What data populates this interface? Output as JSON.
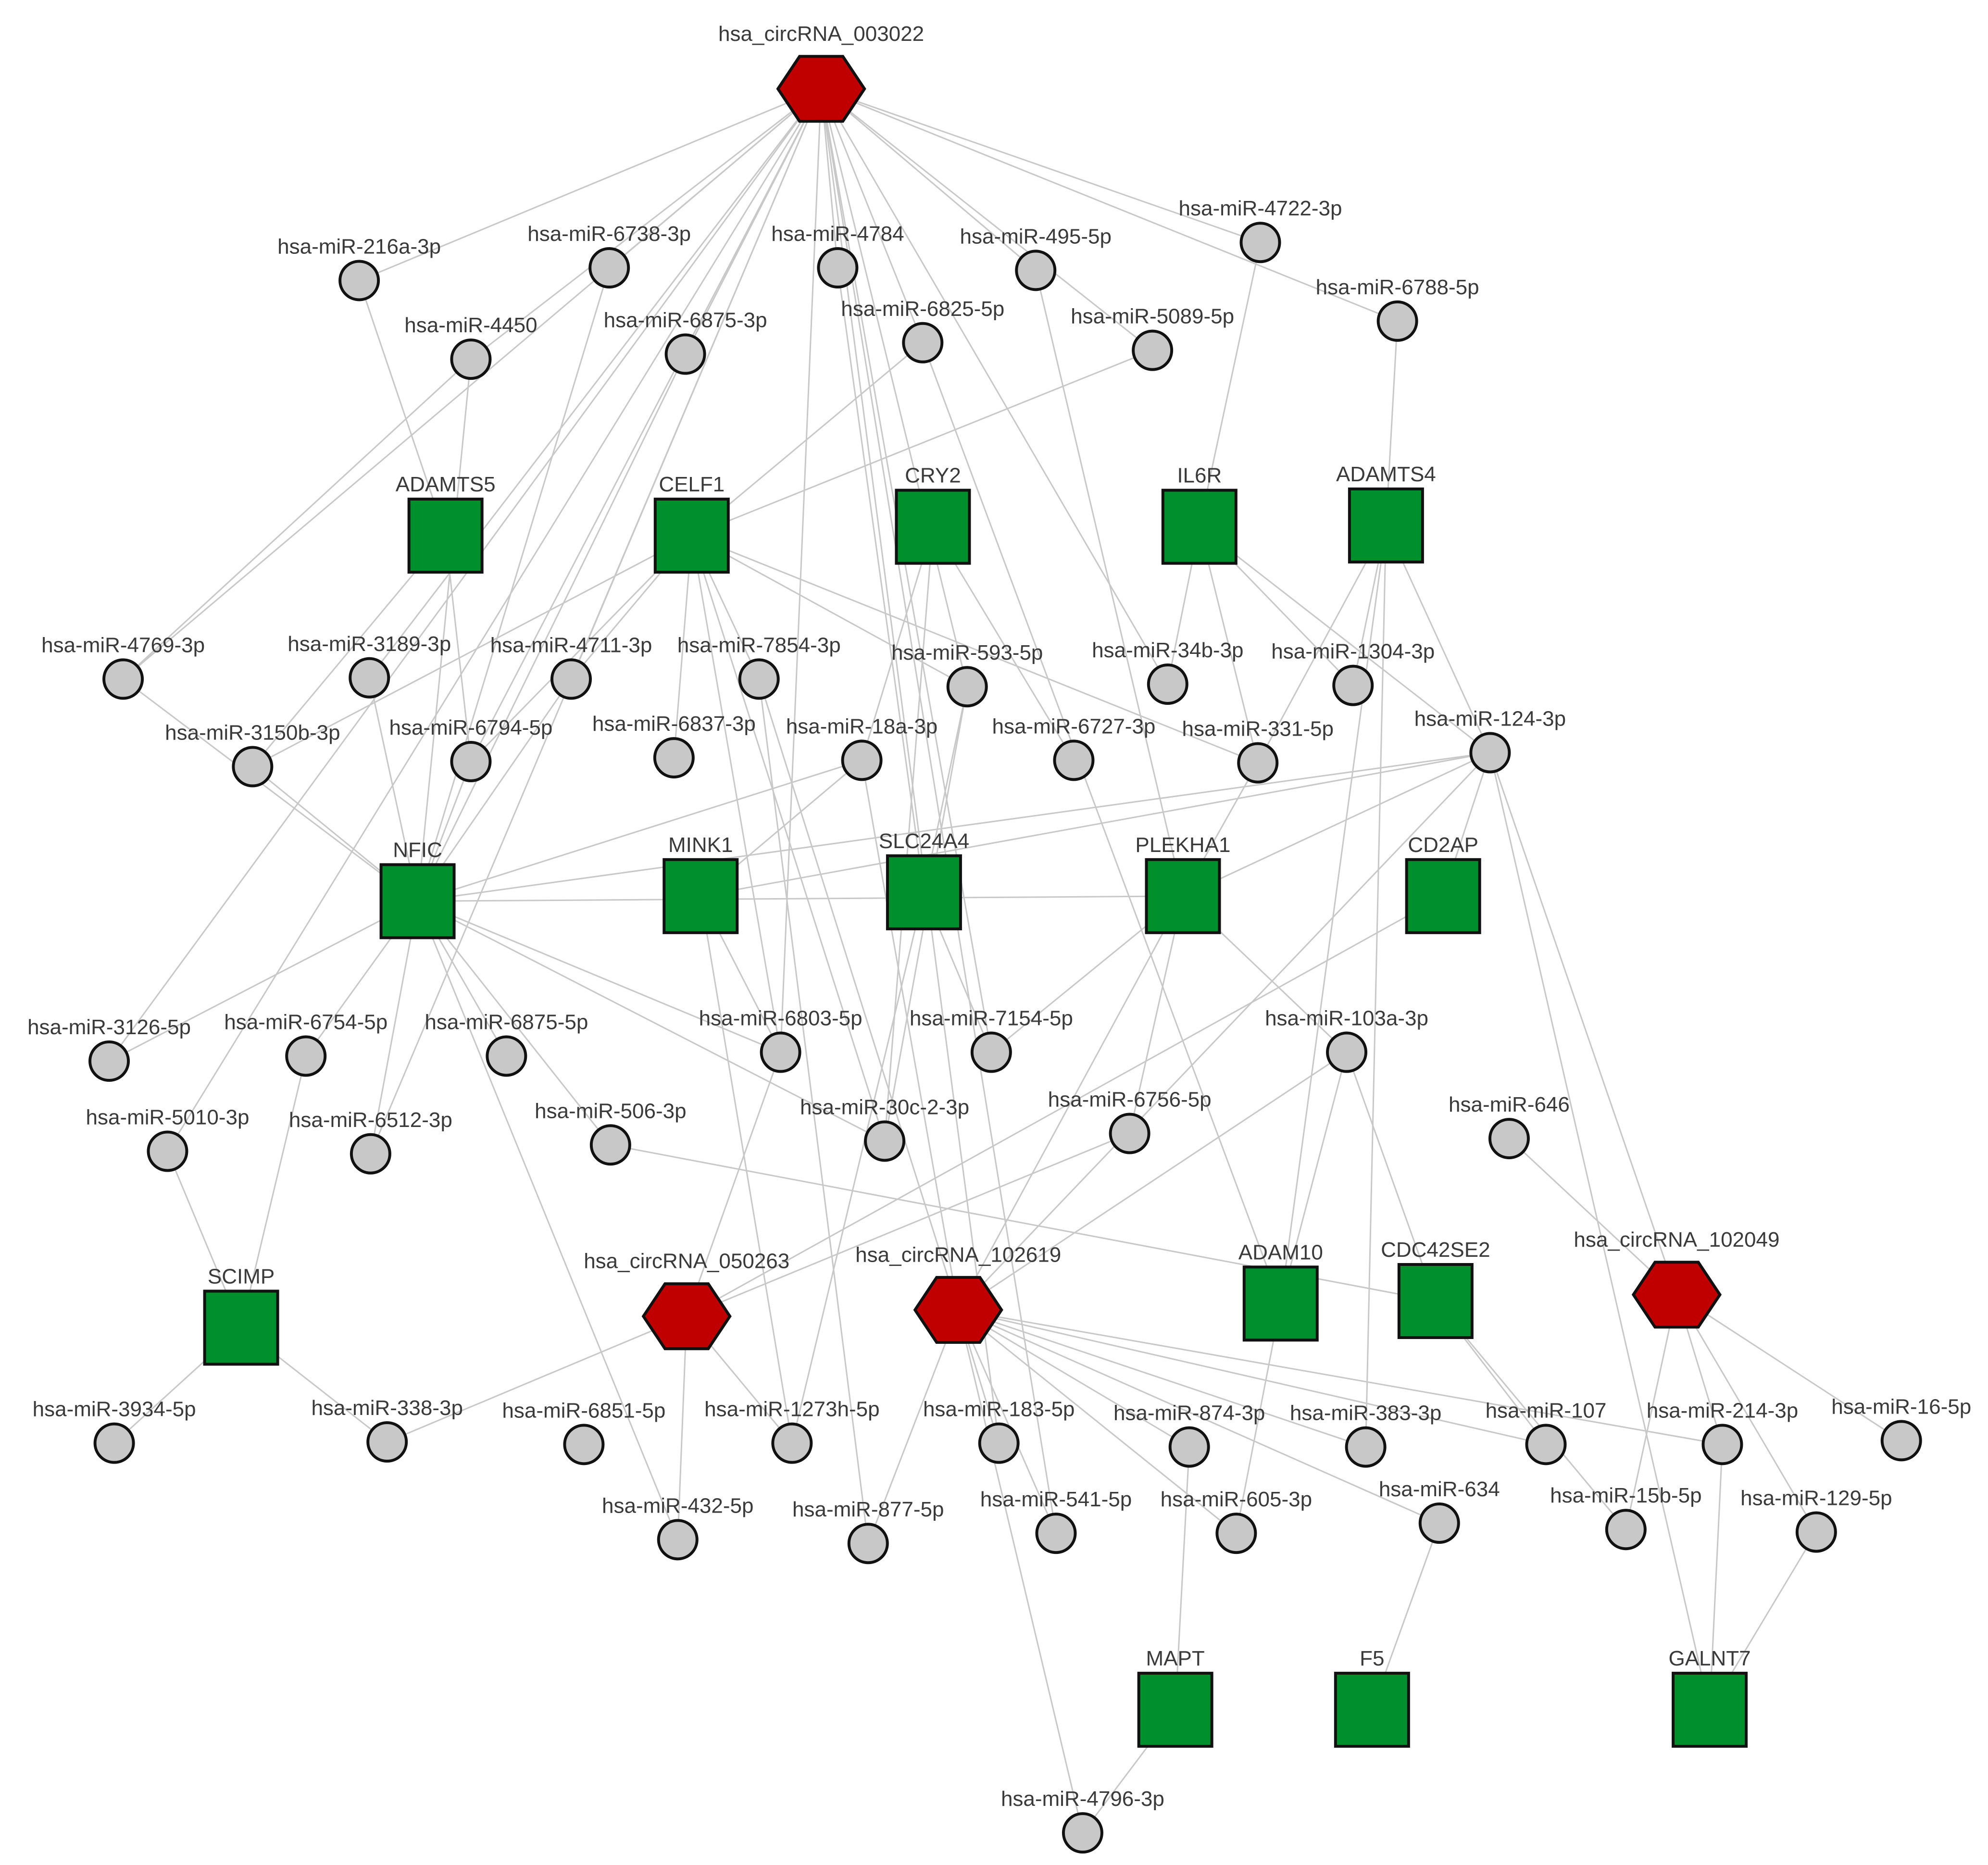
{
  "colors": {
    "circRNA": "#c00000",
    "gene": "#008f2d",
    "miRNA": "#c8c8c8",
    "edge": "#c8c8c8",
    "outline": "#111111"
  },
  "nodes": [
    {
      "id": "hsa_circRNA_003022",
      "type": "circRNA"
    },
    {
      "id": "hsa_circRNA_050263",
      "type": "circRNA"
    },
    {
      "id": "hsa_circRNA_102619",
      "type": "circRNA"
    },
    {
      "id": "hsa_circRNA_102049",
      "type": "circRNA"
    },
    {
      "id": "ADAMTS5",
      "type": "gene"
    },
    {
      "id": "CELF1",
      "type": "gene"
    },
    {
      "id": "CRY2",
      "type": "gene"
    },
    {
      "id": "IL6R",
      "type": "gene"
    },
    {
      "id": "ADAMTS4",
      "type": "gene"
    },
    {
      "id": "NFIC",
      "type": "gene"
    },
    {
      "id": "MINK1",
      "type": "gene"
    },
    {
      "id": "SLC24A4",
      "type": "gene"
    },
    {
      "id": "PLEKHA1",
      "type": "gene"
    },
    {
      "id": "CD2AP",
      "type": "gene"
    },
    {
      "id": "SCIMP",
      "type": "gene"
    },
    {
      "id": "ADAM10",
      "type": "gene"
    },
    {
      "id": "CDC42SE2",
      "type": "gene"
    },
    {
      "id": "MAPT",
      "type": "gene"
    },
    {
      "id": "F5",
      "type": "gene"
    },
    {
      "id": "GALNT7",
      "type": "gene"
    },
    {
      "id": "hsa-miR-216a-3p",
      "type": "miRNA"
    },
    {
      "id": "hsa-miR-6738-3p",
      "type": "miRNA"
    },
    {
      "id": "hsa-miR-4784",
      "type": "miRNA"
    },
    {
      "id": "hsa-miR-495-5p",
      "type": "miRNA"
    },
    {
      "id": "hsa-miR-4722-3p",
      "type": "miRNA"
    },
    {
      "id": "hsa-miR-6788-5p",
      "type": "miRNA"
    },
    {
      "id": "hsa-miR-4450",
      "type": "miRNA"
    },
    {
      "id": "hsa-miR-6875-3p",
      "type": "miRNA"
    },
    {
      "id": "hsa-miR-6825-5p",
      "type": "miRNA"
    },
    {
      "id": "hsa-miR-5089-5p",
      "type": "miRNA"
    },
    {
      "id": "hsa-miR-4769-3p",
      "type": "miRNA"
    },
    {
      "id": "hsa-miR-3189-3p",
      "type": "miRNA"
    },
    {
      "id": "hsa-miR-4711-3p",
      "type": "miRNA"
    },
    {
      "id": "hsa-miR-7854-3p",
      "type": "miRNA"
    },
    {
      "id": "hsa-miR-593-5p",
      "type": "miRNA"
    },
    {
      "id": "hsa-miR-34b-3p",
      "type": "miRNA"
    },
    {
      "id": "hsa-miR-1304-3p",
      "type": "miRNA"
    },
    {
      "id": "hsa-miR-3150b-3p",
      "type": "miRNA"
    },
    {
      "id": "hsa-miR-6794-5p",
      "type": "miRNA"
    },
    {
      "id": "hsa-miR-6837-3p",
      "type": "miRNA"
    },
    {
      "id": "hsa-miR-18a-3p",
      "type": "miRNA"
    },
    {
      "id": "hsa-miR-6727-3p",
      "type": "miRNA"
    },
    {
      "id": "hsa-miR-331-5p",
      "type": "miRNA"
    },
    {
      "id": "hsa-miR-124-3p",
      "type": "miRNA"
    },
    {
      "id": "hsa-miR-3126-5p",
      "type": "miRNA"
    },
    {
      "id": "hsa-miR-6754-5p",
      "type": "miRNA"
    },
    {
      "id": "hsa-miR-6875-5p",
      "type": "miRNA"
    },
    {
      "id": "hsa-miR-6803-5p",
      "type": "miRNA"
    },
    {
      "id": "hsa-miR-7154-5p",
      "type": "miRNA"
    },
    {
      "id": "hsa-miR-103a-3p",
      "type": "miRNA"
    },
    {
      "id": "hsa-miR-5010-3p",
      "type": "miRNA"
    },
    {
      "id": "hsa-miR-6512-3p",
      "type": "miRNA"
    },
    {
      "id": "hsa-miR-506-3p",
      "type": "miRNA"
    },
    {
      "id": "hsa-miR-30c-2-3p",
      "type": "miRNA"
    },
    {
      "id": "hsa-miR-6756-5p",
      "type": "miRNA"
    },
    {
      "id": "hsa-miR-646",
      "type": "miRNA"
    },
    {
      "id": "hsa-miR-3934-5p",
      "type": "miRNA"
    },
    {
      "id": "hsa-miR-338-3p",
      "type": "miRNA"
    },
    {
      "id": "hsa-miR-6851-5p",
      "type": "miRNA"
    },
    {
      "id": "hsa-miR-1273h-5p",
      "type": "miRNA"
    },
    {
      "id": "hsa-miR-183-5p",
      "type": "miRNA"
    },
    {
      "id": "hsa-miR-874-3p",
      "type": "miRNA"
    },
    {
      "id": "hsa-miR-383-3p",
      "type": "miRNA"
    },
    {
      "id": "hsa-miR-107",
      "type": "miRNA"
    },
    {
      "id": "hsa-miR-214-3p",
      "type": "miRNA"
    },
    {
      "id": "hsa-miR-16-5p",
      "type": "miRNA"
    },
    {
      "id": "hsa-miR-432-5p",
      "type": "miRNA"
    },
    {
      "id": "hsa-miR-877-5p",
      "type": "miRNA"
    },
    {
      "id": "hsa-miR-541-5p",
      "type": "miRNA"
    },
    {
      "id": "hsa-miR-605-3p",
      "type": "miRNA"
    },
    {
      "id": "hsa-miR-634",
      "type": "miRNA"
    },
    {
      "id": "hsa-miR-15b-5p",
      "type": "miRNA"
    },
    {
      "id": "hsa-miR-129-5p",
      "type": "miRNA"
    },
    {
      "id": "hsa-miR-4796-3p",
      "type": "miRNA"
    }
  ],
  "edges": [
    [
      "hsa_circRNA_003022",
      "hsa-miR-216a-3p"
    ],
    [
      "hsa_circRNA_003022",
      "hsa-miR-6738-3p"
    ],
    [
      "hsa_circRNA_003022",
      "hsa-miR-4784"
    ],
    [
      "hsa_circRNA_003022",
      "hsa-miR-495-5p"
    ],
    [
      "hsa_circRNA_003022",
      "hsa-miR-4722-3p"
    ],
    [
      "hsa_circRNA_003022",
      "hsa-miR-6788-5p"
    ],
    [
      "hsa_circRNA_003022",
      "hsa-miR-4450"
    ],
    [
      "hsa_circRNA_003022",
      "hsa-miR-6875-3p"
    ],
    [
      "hsa_circRNA_003022",
      "hsa-miR-6825-5p"
    ],
    [
      "hsa_circRNA_003022",
      "hsa-miR-5089-5p"
    ],
    [
      "hsa_circRNA_003022",
      "hsa-miR-4769-3p"
    ],
    [
      "hsa_circRNA_003022",
      "hsa-miR-3189-3p"
    ],
    [
      "hsa_circRNA_003022",
      "hsa-miR-4711-3p"
    ],
    [
      "hsa_circRNA_003022",
      "hsa-miR-6794-5p"
    ],
    [
      "hsa_circRNA_003022",
      "hsa-miR-593-5p"
    ],
    [
      "hsa_circRNA_003022",
      "hsa-miR-34b-3p"
    ],
    [
      "hsa_circRNA_003022",
      "hsa-miR-6803-5p"
    ],
    [
      "hsa_circRNA_003022",
      "hsa-miR-5010-3p"
    ],
    [
      "hsa_circRNA_003022",
      "hsa-miR-6512-3p"
    ],
    [
      "hsa_circRNA_003022",
      "hsa-miR-183-5p"
    ],
    [
      "hsa_circRNA_003022",
      "hsa-miR-541-5p"
    ],
    [
      "hsa_circRNA_003022",
      "hsa-miR-7154-5p"
    ],
    [
      "hsa_circRNA_003022",
      "hsa-miR-3126-5p"
    ],
    [
      "hsa-miR-216a-3p",
      "ADAMTS5"
    ],
    [
      "hsa-miR-4450",
      "NFIC"
    ],
    [
      "hsa-miR-6738-3p",
      "NFIC"
    ],
    [
      "hsa-miR-6875-3p",
      "NFIC"
    ],
    [
      "hsa-miR-6825-5p",
      "CELF1"
    ],
    [
      "hsa-miR-5089-5p",
      "CELF1"
    ],
    [
      "hsa-miR-4784",
      "SLC24A4"
    ],
    [
      "hsa-miR-495-5p",
      "PLEKHA1"
    ],
    [
      "hsa-miR-4722-3p",
      "IL6R"
    ],
    [
      "hsa-miR-6788-5p",
      "ADAMTS4"
    ],
    [
      "hsa-miR-4450",
      "hsa-miR-4769-3p"
    ],
    [
      "hsa-miR-6825-5p",
      "ADAM10"
    ],
    [
      "CELF1",
      "hsa-miR-3150b-3p"
    ],
    [
      "CELF1",
      "hsa-miR-4711-3p"
    ],
    [
      "CELF1",
      "hsa-miR-7854-3p"
    ],
    [
      "CELF1",
      "hsa-miR-6837-3p"
    ],
    [
      "CELF1",
      "hsa-miR-6794-5p"
    ],
    [
      "CELF1",
      "hsa-miR-593-5p"
    ],
    [
      "CELF1",
      "hsa-miR-331-5p"
    ],
    [
      "CELF1",
      "hsa-miR-6803-5p"
    ],
    [
      "CELF1",
      "hsa-miR-30c-2-3p"
    ],
    [
      "ADAMTS5",
      "hsa-miR-3150b-3p"
    ],
    [
      "ADAMTS5",
      "hsa-miR-6794-5p"
    ],
    [
      "CRY2",
      "hsa-miR-18a-3p"
    ],
    [
      "CRY2",
      "hsa-miR-6727-3p"
    ],
    [
      "CRY2",
      "hsa-miR-30c-2-3p"
    ],
    [
      "IL6R",
      "hsa-miR-34b-3p"
    ],
    [
      "IL6R",
      "hsa-miR-331-5p"
    ],
    [
      "IL6R",
      "hsa-miR-1304-3p"
    ],
    [
      "IL6R",
      "hsa-miR-124-3p"
    ],
    [
      "ADAMTS4",
      "hsa-miR-1304-3p"
    ],
    [
      "ADAMTS4",
      "hsa-miR-124-3p"
    ],
    [
      "ADAMTS4",
      "hsa-miR-331-5p"
    ],
    [
      "ADAMTS4",
      "hsa-miR-383-3p"
    ],
    [
      "ADAMTS4",
      "ADAM10"
    ],
    [
      "hsa-miR-3150b-3p",
      "NFIC"
    ],
    [
      "hsa-miR-3189-3p",
      "NFIC"
    ],
    [
      "hsa-miR-4711-3p",
      "NFIC"
    ],
    [
      "hsa-miR-6794-5p",
      "NFIC"
    ],
    [
      "hsa-miR-18a-3p",
      "NFIC"
    ],
    [
      "hsa-miR-124-3p",
      "NFIC"
    ],
    [
      "hsa-miR-4769-3p",
      "NFIC"
    ],
    [
      "hsa-miR-18a-3p",
      "MINK1"
    ],
    [
      "hsa-miR-124-3p",
      "MINK1"
    ],
    [
      "hsa-miR-124-3p",
      "PLEKHA1"
    ],
    [
      "hsa-miR-124-3p",
      "CD2AP"
    ],
    [
      "hsa-miR-124-3p",
      "GALNT7"
    ],
    [
      "hsa-miR-124-3p",
      "hsa_circRNA_102619"
    ],
    [
      "hsa-miR-124-3p",
      "hsa_circRNA_102049"
    ],
    [
      "hsa-miR-593-5p",
      "SLC24A4"
    ],
    [
      "hsa-miR-331-5p",
      "PLEKHA1"
    ],
    [
      "hsa-miR-593-5p",
      "hsa-miR-30c-2-3p"
    ],
    [
      "hsa-miR-7854-3p",
      "hsa_circRNA_102619"
    ],
    [
      "hsa-miR-7854-3p",
      "hsa-miR-877-5p"
    ],
    [
      "hsa-miR-18a-3p",
      "hsa_circRNA_102619"
    ],
    [
      "NFIC",
      "hsa-miR-3126-5p"
    ],
    [
      "NFIC",
      "hsa-miR-6754-5p"
    ],
    [
      "NFIC",
      "hsa-miR-6875-5p"
    ],
    [
      "NFIC",
      "hsa-miR-6512-3p"
    ],
    [
      "NFIC",
      "hsa-miR-506-3p"
    ],
    [
      "NFIC",
      "hsa-miR-30c-2-3p"
    ],
    [
      "NFIC",
      "hsa-miR-432-5p"
    ],
    [
      "NFIC",
      "hsa-miR-6803-5p"
    ],
    [
      "NFIC",
      "PLEKHA1"
    ],
    [
      "hsa-miR-6754-5p",
      "SCIMP"
    ],
    [
      "hsa-miR-5010-3p",
      "SCIMP"
    ],
    [
      "SCIMP",
      "hsa-miR-3934-5p"
    ],
    [
      "SCIMP",
      "hsa-miR-338-3p"
    ],
    [
      "MINK1",
      "hsa-miR-6803-5p"
    ],
    [
      "MINK1",
      "hsa-miR-1273h-5p"
    ],
    [
      "SLC24A4",
      "hsa-miR-7154-5p"
    ],
    [
      "SLC24A4",
      "hsa-miR-1273h-5p"
    ],
    [
      "PLEKHA1",
      "hsa-miR-7154-5p"
    ],
    [
      "PLEKHA1",
      "hsa-miR-6756-5p"
    ],
    [
      "PLEKHA1",
      "hsa-miR-103a-3p"
    ],
    [
      "PLEKHA1",
      "hsa_circRNA_102619"
    ],
    [
      "hsa-miR-103a-3p",
      "ADAM10"
    ],
    [
      "hsa-miR-103a-3p",
      "CDC42SE2"
    ],
    [
      "hsa-miR-103a-3p",
      "hsa_circRNA_102619"
    ],
    [
      "hsa-miR-6803-5p",
      "hsa_circRNA_050263"
    ],
    [
      "hsa-miR-6756-5p",
      "hsa_circRNA_050263"
    ],
    [
      "hsa-miR-506-3p",
      "CDC42SE2"
    ],
    [
      "hsa-miR-646",
      "hsa_circRNA_102049"
    ],
    [
      "CD2AP",
      "hsa_circRNA_050263"
    ],
    [
      "hsa_circRNA_050263",
      "hsa-miR-338-3p"
    ],
    [
      "hsa_circRNA_050263",
      "hsa-miR-432-5p"
    ],
    [
      "hsa_circRNA_050263",
      "hsa-miR-1273h-5p"
    ],
    [
      "hsa_circRNA_102619",
      "hsa-miR-183-5p"
    ],
    [
      "hsa_circRNA_102619",
      "hsa-miR-874-3p"
    ],
    [
      "hsa_circRNA_102619",
      "hsa-miR-383-3p"
    ],
    [
      "hsa_circRNA_102619",
      "hsa-miR-107"
    ],
    [
      "hsa_circRNA_102619",
      "hsa-miR-877-5p"
    ],
    [
      "hsa_circRNA_102619",
      "hsa-miR-541-5p"
    ],
    [
      "hsa_circRNA_102619",
      "hsa-miR-605-3p"
    ],
    [
      "hsa_circRNA_102619",
      "hsa-miR-634"
    ],
    [
      "hsa_circRNA_102619",
      "hsa-miR-214-3p"
    ],
    [
      "hsa_circRNA_102619",
      "hsa-miR-4796-3p"
    ],
    [
      "hsa_circRNA_102049",
      "hsa-miR-214-3p"
    ],
    [
      "hsa_circRNA_102049",
      "hsa-miR-16-5p"
    ],
    [
      "hsa_circRNA_102049",
      "hsa-miR-15b-5p"
    ],
    [
      "hsa_circRNA_102049",
      "hsa-miR-129-5p"
    ],
    [
      "CDC42SE2",
      "hsa-miR-107"
    ],
    [
      "CDC42SE2",
      "hsa-miR-15b-5p"
    ],
    [
      "ADAM10",
      "hsa-miR-605-3p"
    ],
    [
      "hsa-miR-874-3p",
      "MAPT"
    ],
    [
      "hsa-miR-634",
      "F5"
    ],
    [
      "hsa-miR-214-3p",
      "GALNT7"
    ],
    [
      "hsa-miR-129-5p",
      "GALNT7"
    ],
    [
      "MAPT",
      "hsa-miR-4796-3p"
    ]
  ]
}
